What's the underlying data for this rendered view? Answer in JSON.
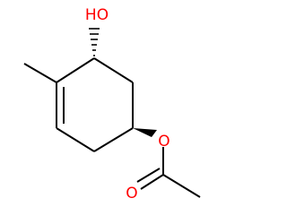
{
  "molecule": {
    "labels": {
      "hydroxyl": "HO",
      "ester_oxygen": "O",
      "carbonyl_oxygen": "O"
    },
    "colors": {
      "bond": "#000000",
      "oxygen": "#ff0000"
    }
  }
}
